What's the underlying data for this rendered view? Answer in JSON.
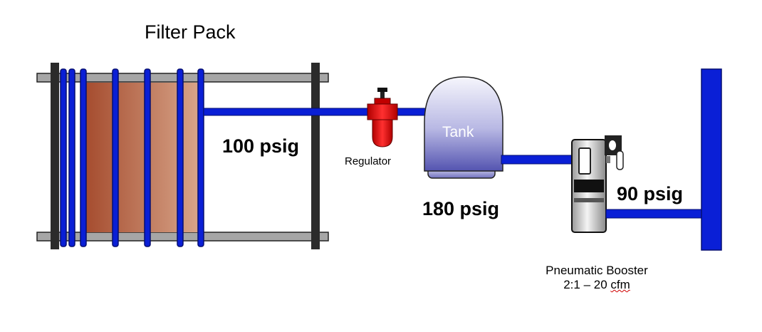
{
  "labels": {
    "filter_pack": "Filter Pack",
    "pressure_filter": "100 psig",
    "regulator": "Regulator",
    "tank": "Tank",
    "pressure_tank": "180 psig",
    "pressure_booster": "90 psig",
    "booster_name": "Pneumatic Booster",
    "booster_spec_prefix": "2:1 – 20 ",
    "booster_spec_unit": "cfm"
  },
  "colors": {
    "pipe_blue": "#0a1fd6",
    "frame_dark": "#2b2b2b",
    "rail_gray": "#a6a6a6",
    "membrane_dark": "#a44a2c",
    "membrane_light": "#d9a78c",
    "regulator_red": "#e81010",
    "tank_light": "#f2f2fb",
    "tank_dark": "#5a5ab8",
    "booster_gray": "#d8d8d8"
  },
  "icons": [
    "filter-pack-icon",
    "regulator-icon",
    "tank-icon",
    "pneumatic-booster-icon",
    "outlet-manifold-icon"
  ]
}
